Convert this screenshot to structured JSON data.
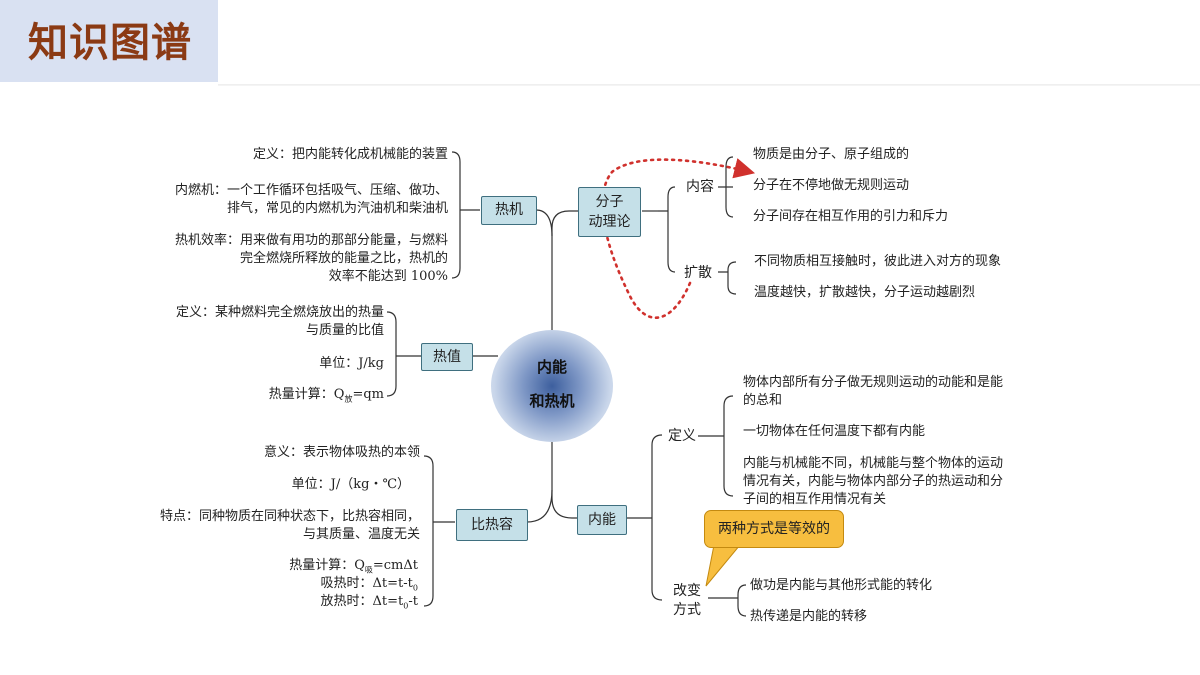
{
  "header": {
    "title": "知识图谱"
  },
  "center": {
    "line1": "内能",
    "line2": "和热机"
  },
  "branches": {
    "rejiji": {
      "label": "热机",
      "definition": "定义：把内能转化成机械能的装置",
      "engine_l1": "内燃机：一个工作循环包括吸气、压缩、做功、",
      "engine_l2": "排气，常见的内燃机为汽油机和柴油机",
      "eff_l1": "热机效率：用来做有用功的那部分能量，与燃料",
      "eff_l2": "完全燃烧所释放的能量之比，热机的",
      "eff_l3": "效率不能达到 100%"
    },
    "rezhi": {
      "label": "热值",
      "def_l1": "定义：某种燃料完全燃烧放出的热量",
      "def_l2": "与质量的比值",
      "unit": "单位：J/kg",
      "calc_prefix": "热量计算：Q",
      "calc_sub": "放",
      "calc_suffix": "=qm"
    },
    "birerong": {
      "label": "比热容",
      "meaning": "意义：表示物体吸热的本领",
      "unit": "单位：J/（kg・℃）",
      "feature_l1": "特点：同种物质在同种状态下，比热容相同，",
      "feature_l2": "与其质量、温度无关",
      "calc_prefix": "热量计算：Q",
      "calc_sub": "吸",
      "calc_suffix": "=cmΔt",
      "absorb_prefix": "吸热时：Δt=t-t",
      "absorb_sub": "0",
      "release_prefix": "放热时：Δt=t",
      "release_sub": "0",
      "release_suffix": "-t"
    },
    "fenzi": {
      "label_l1": "分子",
      "label_l2": "动理论",
      "content_label": "内容",
      "content_items": [
        "物质是由分子、原子组成的",
        "分子在不停地做无规则运动",
        "分子间存在相互作用的引力和斥力"
      ],
      "diffusion_label": "扩散",
      "diffusion_items": [
        "不同物质相互接触时，彼此进入对方的现象",
        "温度越快，扩散越快，分子运动越剧烈"
      ]
    },
    "neineng": {
      "label": "内能",
      "def_label": "定义",
      "def_a_l1": "物体内部所有分子做无规则运动的动能和是能",
      "def_a_l2": "的总和",
      "def_b": "一切物体在任何温度下都有内能",
      "def_c_l1": "内能与机械能不同，机械能与整个物体的运动",
      "def_c_l2": "情况有关，内能与物体内部分子的热运动和分",
      "def_c_l3": "子间的相互作用情况有关",
      "change_l1": "改变",
      "change_l2": "方式",
      "change_items": [
        "做功是内能与其他形式能的转化",
        "热传递是内能的转移"
      ],
      "callout": "两种方式是等效的"
    }
  },
  "colors": {
    "title": "#8b3a14",
    "box_fill": "#c5e0e8",
    "callout": "#f7be3f",
    "arrow": "#d0312d"
  }
}
